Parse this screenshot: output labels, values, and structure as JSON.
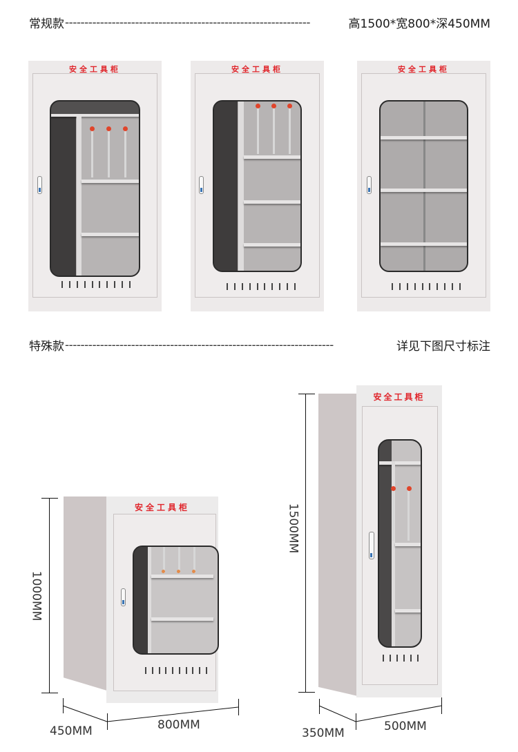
{
  "sections": {
    "regular": {
      "label": "常规款",
      "dashes": "---------------------------------------------------------------",
      "spec": "高1500*宽800*深450MM"
    },
    "special": {
      "label": "特殊款",
      "dashes": "---------------------------------------------------------------------",
      "spec": "详见下图尺寸标注"
    }
  },
  "cabinet_label": "安全工具柜",
  "regular_cabinets": [
    {
      "variant": "left-compartment-with-poles",
      "pole_count": 3,
      "shelf_count": 2
    },
    {
      "variant": "left-compartment-with-poles",
      "pole_count": 3,
      "shelf_count": 3
    },
    {
      "variant": "four-shelf",
      "pole_count": 0,
      "shelf_count": 3
    }
  ],
  "special_cabinets": {
    "short": {
      "height": "1000MM",
      "width": "800MM",
      "depth": "450MM"
    },
    "tall": {
      "height": "1500MM",
      "width": "500MM",
      "depth": "350MM"
    }
  },
  "colors": {
    "label_red": "#e0242a",
    "cabinet_body": "#edeaea",
    "knob_orange": "#e0452b",
    "handle_blue": "#3a74b4"
  }
}
